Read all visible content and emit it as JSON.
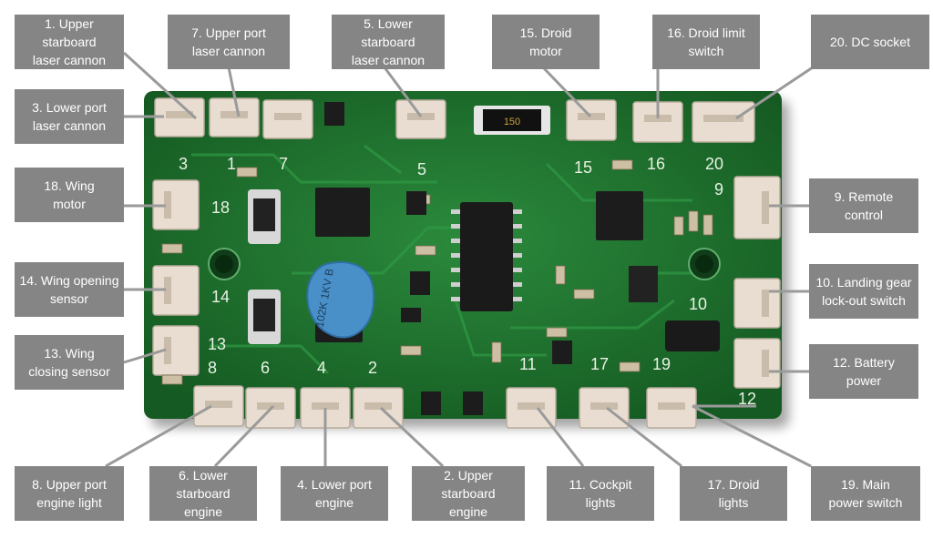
{
  "labels": {
    "l1": "1. Upper starboard\nlaser cannon",
    "l7": "7. Upper port\nlaser cannon",
    "l5": "5. Lower starboard\nlaser cannon",
    "l15": "15. Droid\nmotor",
    "l16": "16. Droid limit\nswitch",
    "l20": "20. DC socket",
    "l3": "3. Lower port\nlaser cannon",
    "l18": "18. Wing\nmotor",
    "l14": "14. Wing opening\nsensor",
    "l13": "13. Wing\nclosing sensor",
    "l9": "9. Remote\ncontrol",
    "l10": "10. Landing gear\nlock-out switch",
    "l12": "12. Battery\npower",
    "l8": "8. Upper port\nengine light",
    "l6": "6. Lower starboard\nengine",
    "l4": "4. Lower port\nengine",
    "l2": "2. Upper starboard\nengine",
    "l11": "11. Cockpit\nlights",
    "l17": "17. Droid\nlights",
    "l19": "19. Main\npower switch"
  },
  "board": {
    "silkscreen": [
      "3",
      "1",
      "7",
      "5",
      "15",
      "16",
      "20",
      "9",
      "18",
      "14",
      "13",
      "8",
      "6",
      "4",
      "2",
      "11",
      "17",
      "19",
      "10",
      "12"
    ],
    "capacitor_text": "102K\n1KV\nB",
    "fuse_text": "150",
    "colors": {
      "pcb": "#1f6b2e",
      "pcb_dark": "#134a1e",
      "connector": "#e8ddd0",
      "label_bg": "#858585",
      "capacitor": "#4a90c8",
      "leader": "#9a9a9a"
    }
  }
}
